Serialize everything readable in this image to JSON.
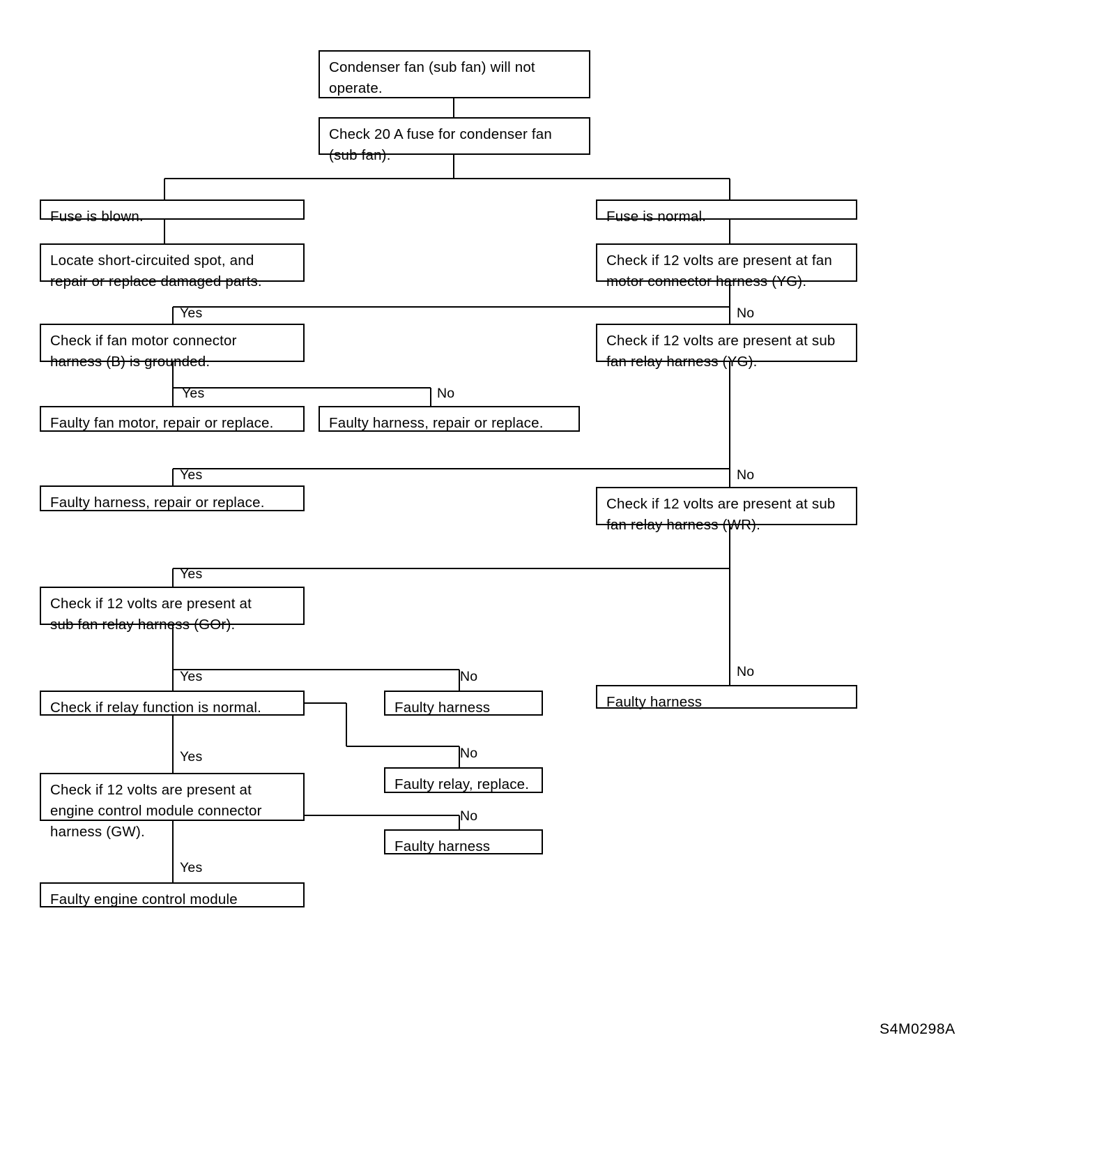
{
  "diagram": {
    "title": "Condenser fan (sub fan) will not operate - troubleshooting flow chart",
    "figure_code": "S4M0298A",
    "line_color": "#000000",
    "box_fill": "#ffffff",
    "nodes": [
      {
        "id": "start",
        "text": "Condenser fan (sub fan) will not\noperate."
      },
      {
        "id": "check_fuse",
        "text": "Check 20 A fuse for condenser fan\n(sub fan)."
      },
      {
        "id": "fuse_blown",
        "text": "Fuse is blown."
      },
      {
        "id": "fuse_normal",
        "text": "Fuse is normal."
      },
      {
        "id": "locate_short",
        "text": "Locate short-circuited spot, and\nrepair or replace damaged parts."
      },
      {
        "id": "check_fan_motor_yg",
        "text": "Check if 12 volts are present at fan\nmotor connector harness (YG)."
      },
      {
        "id": "check_fan_motor_b_gnd",
        "text": "Check if fan motor connector\nharness (B) is grounded."
      },
      {
        "id": "check_relay_yg",
        "text": "Check if 12 volts are present at sub\nfan relay harness (YG)."
      },
      {
        "id": "faulty_fan_motor",
        "text": "Faulty fan motor, repair or replace."
      },
      {
        "id": "faulty_harness_rr_1",
        "text": "Faulty harness, repair or replace."
      },
      {
        "id": "faulty_harness_rr_2",
        "text": "Faulty harness, repair or replace."
      },
      {
        "id": "check_relay_wr",
        "text": "Check if 12 volts are present at sub\nfan relay harness (WR)."
      },
      {
        "id": "check_relay_gor",
        "text": "Check if 12 volts are present at\nsub fan relay harness (GOr)."
      },
      {
        "id": "check_relay_function",
        "text": "Check if relay function is normal."
      },
      {
        "id": "faulty_harness_1",
        "text": "Faulty harness"
      },
      {
        "id": "faulty_harness_right",
        "text": "Faulty harness"
      },
      {
        "id": "faulty_relay",
        "text": "Faulty relay, replace."
      },
      {
        "id": "check_ecm_gw",
        "text": "Check if 12 volts are present at\nengine control module connector\nharness (GW)."
      },
      {
        "id": "faulty_harness_2",
        "text": "Faulty harness"
      },
      {
        "id": "faulty_ecm",
        "text": "Faulty engine control module"
      }
    ],
    "edge_labels": [
      {
        "id": "yes_1",
        "text": "Yes"
      },
      {
        "id": "no_1",
        "text": "No"
      },
      {
        "id": "yes_2",
        "text": "Yes"
      },
      {
        "id": "no_2",
        "text": "No"
      },
      {
        "id": "yes_3",
        "text": "Yes"
      },
      {
        "id": "no_3",
        "text": "No"
      },
      {
        "id": "yes_4",
        "text": "Yes"
      },
      {
        "id": "yes_5",
        "text": "Yes"
      },
      {
        "id": "no_4",
        "text": "No"
      },
      {
        "id": "no_right",
        "text": "No"
      },
      {
        "id": "yes_6",
        "text": "Yes"
      },
      {
        "id": "no_5",
        "text": "No"
      },
      {
        "id": "no_6",
        "text": "No"
      },
      {
        "id": "yes_7",
        "text": "Yes"
      }
    ]
  }
}
